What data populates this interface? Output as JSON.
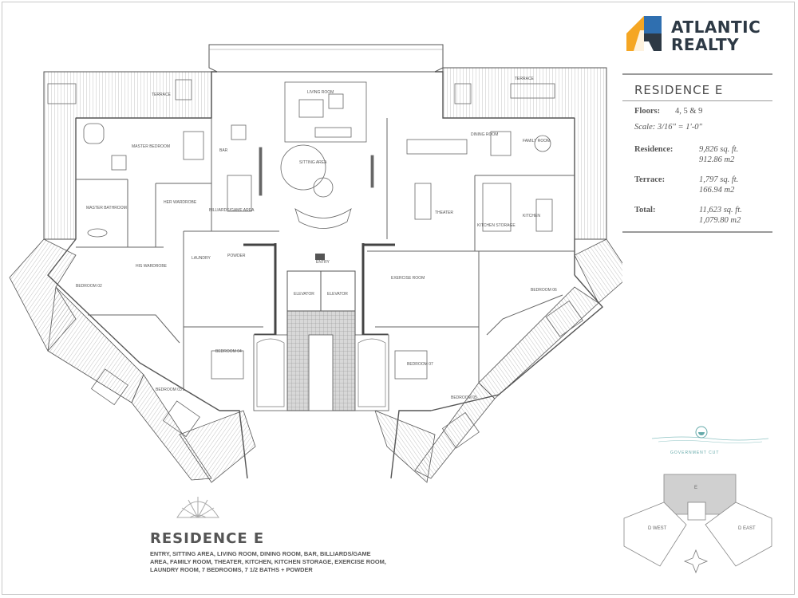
{
  "brand": {
    "line1": "ATLANTIC",
    "line2": "REALTY",
    "colors": {
      "orange": "#f5a623",
      "navy": "#2d3945",
      "blue": "#2f6fb0"
    }
  },
  "info": {
    "title": "RESIDENCE E",
    "floors_label": "Floors:",
    "floors_value": "4, 5 & 9",
    "scale": "Scale: 3/16\" = 1'-0\"",
    "residence_label": "Residence:",
    "residence_sqft": "9,826 sq. ft.",
    "residence_m2": "912.86 m2",
    "terrace_label": "Terrace:",
    "terrace_sqft": "1,797 sq. ft.",
    "terrace_m2": "166.94 m2",
    "total_label": "Total:",
    "total_sqft": "11,623 sq. ft.",
    "total_m2": "1,079.80 m2"
  },
  "plan_rooms": {
    "living": "LIVING ROOM",
    "sitting": "SITTING AREA",
    "bar": "BAR",
    "billiards": "BILLIARDS/GAME AREA",
    "dining": "DINING ROOM",
    "family": "FAMILY ROOM",
    "theater": "THEATER",
    "kitchen": "KITCHEN",
    "kitchen_storage": "KITCHEN STORAGE",
    "master_bedroom": "MASTER BEDROOM",
    "master_bath": "MASTER BATHROOM",
    "her_wardrobe": "HER WARDROBE",
    "his_wardrobe": "HIS WARDROBE",
    "laundry": "LAUNDRY",
    "powder": "POWDER",
    "entry": "ENTRY",
    "exercise": "EXERCISE ROOM",
    "elevator1": "ELEVATOR",
    "elevator2": "ELEVATOR",
    "bedroom02": "BEDROOM 02",
    "bedroom03": "BEDROOM 03",
    "bedroom04": "BEDROOM 04",
    "bedroom05": "BEDROOM 05",
    "bedroom06": "BEDROOM 06",
    "bedroom07": "BEDROOM 07",
    "terrace_left": "TERRACE",
    "terrace_right": "TERRACE"
  },
  "residence": {
    "title": "RESIDENCE E",
    "description": "ENTRY, SITTING AREA, LIVING ROOM, DINING ROOM, BAR, BILLIARDS/GAME AREA, FAMILY ROOM, THEATER, KITCHEN, KITCHEN STORAGE, EXERCISE ROOM, LAUNDRY ROOM, 7 BEDROOMS, 7 1/2 BATHS + POWDER"
  },
  "compass_label": "GOVERNMENT CUT",
  "keyplan": {
    "center": "E",
    "left": "D WEST",
    "right": "D EAST"
  }
}
